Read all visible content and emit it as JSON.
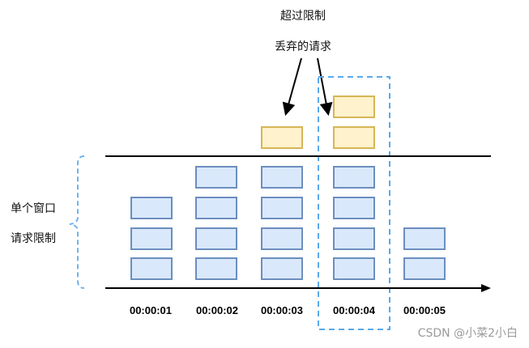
{
  "texts": {
    "over_limit": "超过限制",
    "discarded_requests": "丢弃的请求",
    "per_window_line1": "单个窗口",
    "per_window_line2": "请求限制",
    "watermark": "CSDN @小菜2小白"
  },
  "time_labels": [
    "00:00:01",
    "00:00:02",
    "00:00:03",
    "00:00:04",
    "00:00:05"
  ],
  "request_counts": {
    "within_limit": [
      3,
      4,
      4,
      4,
      2
    ],
    "over_limit": [
      0,
      0,
      1,
      2,
      0
    ]
  },
  "highlighted_window_index": 3,
  "colors": {
    "accepted_fill": "#dae8fc",
    "accepted_stroke": "#6c8ebf",
    "rejected_fill": "#fff2cc",
    "rejected_stroke": "#d6b656",
    "bracket": "#6fb3ee",
    "window_dash": "#5aa9ea",
    "line": "#000000"
  }
}
